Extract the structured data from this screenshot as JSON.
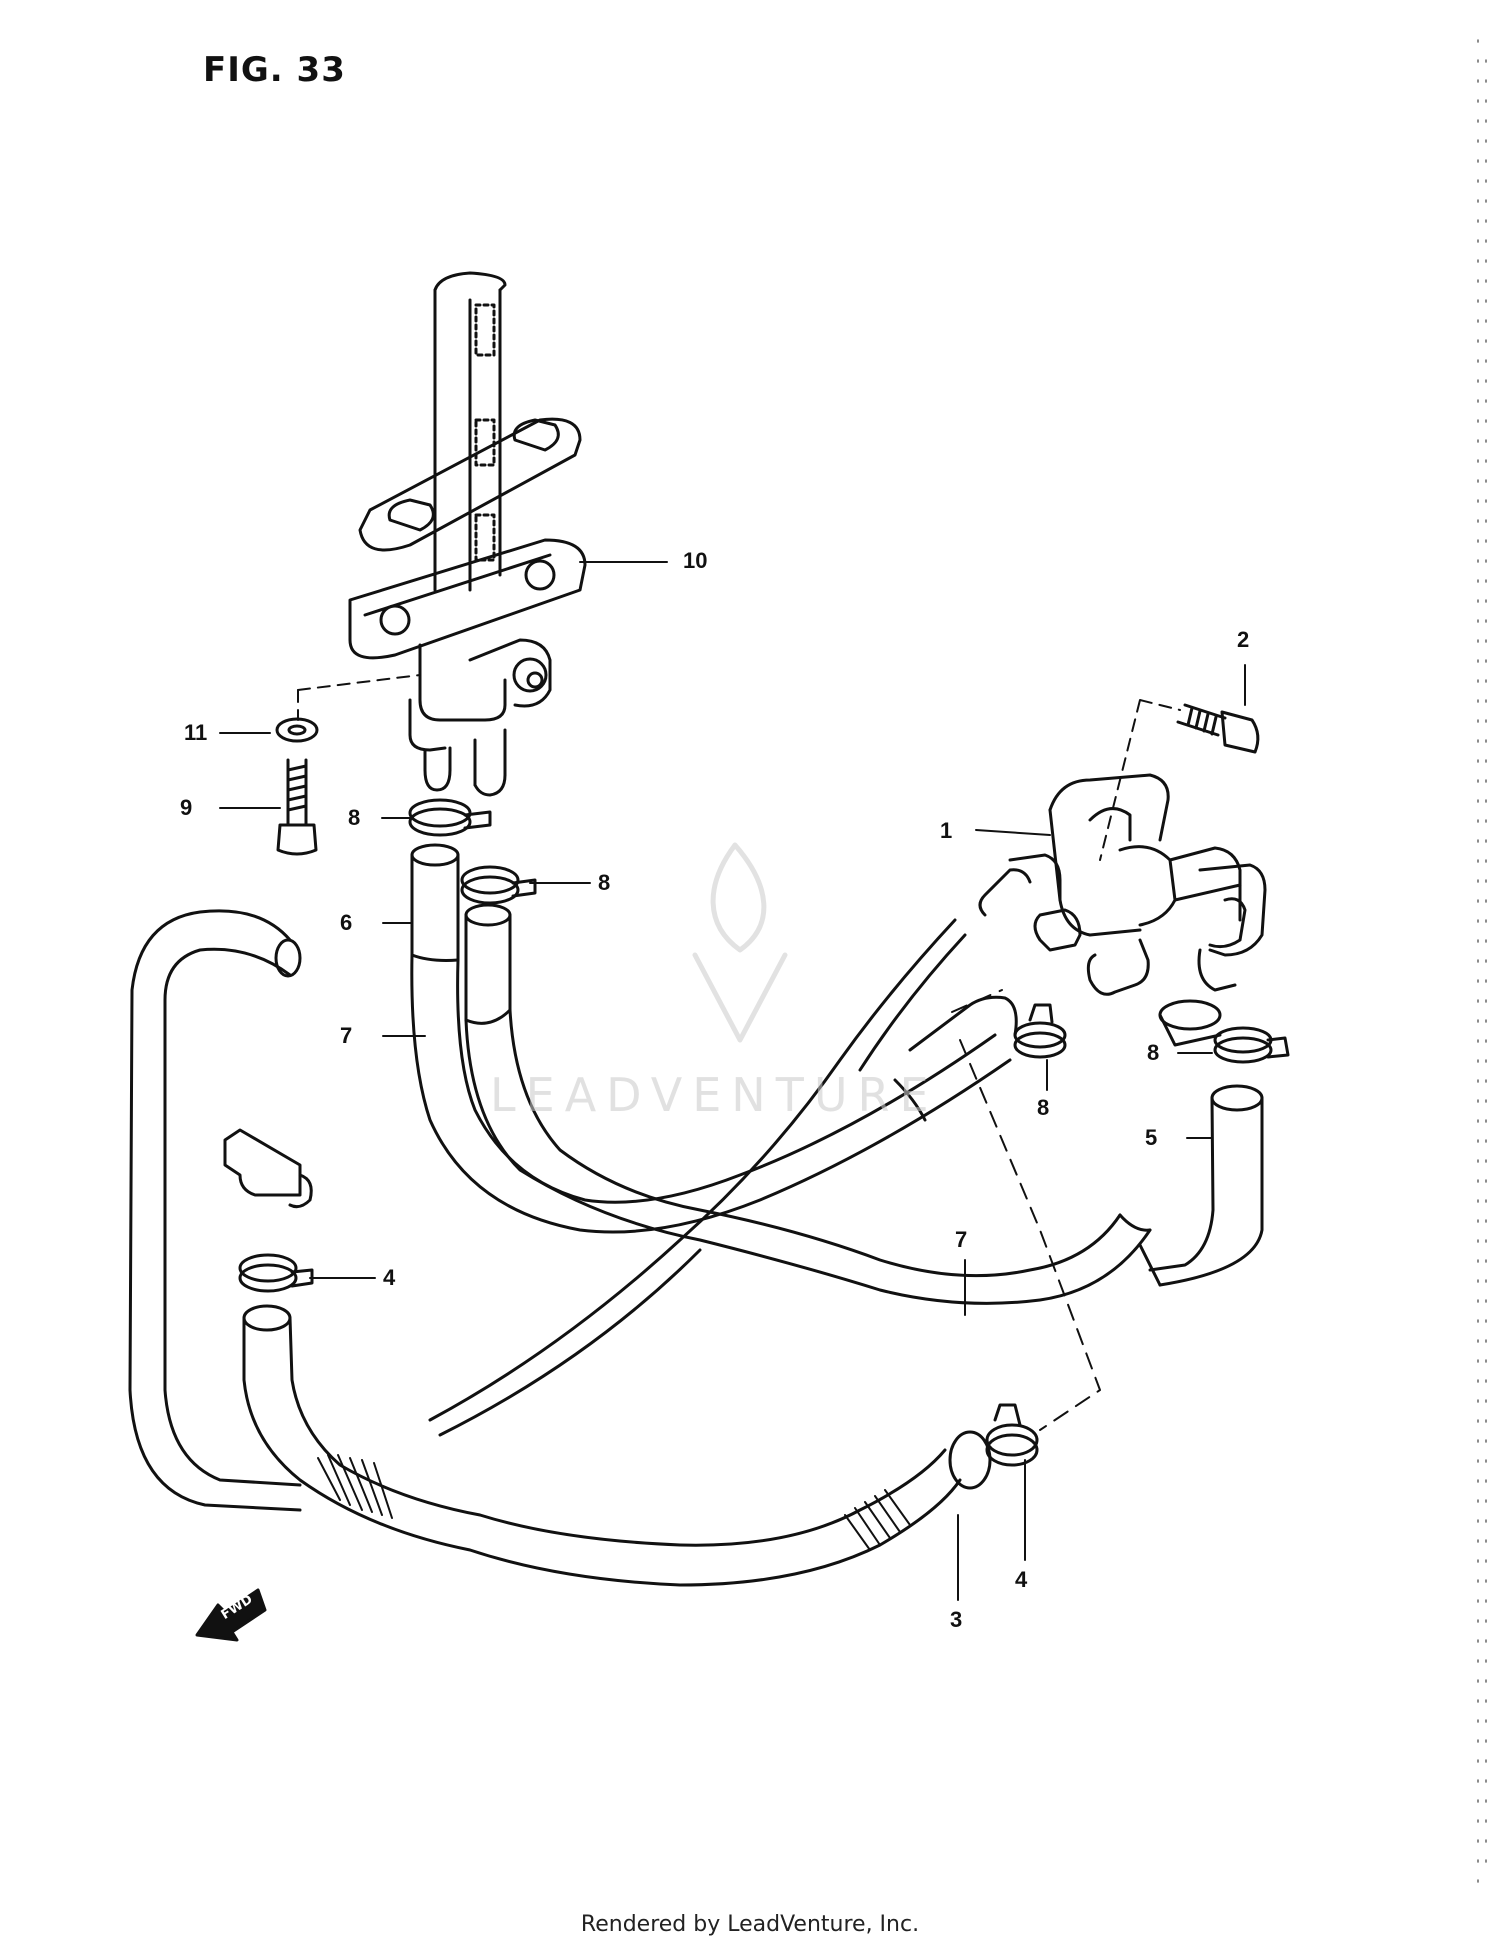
{
  "figure": {
    "title": "FIG. 33",
    "footer": "Rendered by LeadVenture, Inc.",
    "watermark": "LEADVENTURE",
    "direction_marker": "FWD"
  },
  "callouts": [
    {
      "id": "c1",
      "label": "1"
    },
    {
      "id": "c2",
      "label": "2"
    },
    {
      "id": "c3",
      "label": "3"
    },
    {
      "id": "c4a",
      "label": "4"
    },
    {
      "id": "c4b",
      "label": "4"
    },
    {
      "id": "c5",
      "label": "5"
    },
    {
      "id": "c6",
      "label": "6"
    },
    {
      "id": "c7a",
      "label": "7"
    },
    {
      "id": "c7b",
      "label": "7"
    },
    {
      "id": "c8a",
      "label": "8"
    },
    {
      "id": "c8b",
      "label": "8"
    },
    {
      "id": "c8c",
      "label": "8"
    },
    {
      "id": "c8d",
      "label": "8"
    },
    {
      "id": "c9",
      "label": "9"
    },
    {
      "id": "c10",
      "label": "10"
    },
    {
      "id": "c11",
      "label": "11"
    }
  ]
}
